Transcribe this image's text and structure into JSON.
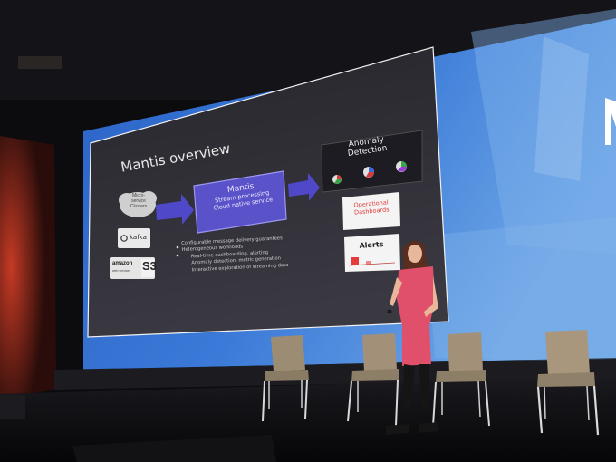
{
  "slide": {
    "title": "Mantis overview",
    "cloud_label": "Micro-\nservice\nClusters",
    "kafka_label": "kafka",
    "amazon_label": "amazon",
    "amazon_sub": "web services",
    "s3_label": "S3",
    "mantis_box": {
      "title": "Mantis",
      "line1": "Stream processing",
      "line2": "Cloud native service"
    },
    "anomaly": {
      "line1": "Anomaly",
      "line2": "Detection"
    },
    "operational": {
      "line1": "Operational",
      "line2": "Dashboards"
    },
    "alerts": "Alerts",
    "bullets": [
      "Configurable message delivery guarantees",
      "Heterogeneous workloads"
    ],
    "sub_bullets": [
      "Real-time dashboarding, alerting",
      "Anomaly detection, metric generation",
      "Interactive exploration of streaming data"
    ]
  },
  "colors": {
    "screen_blue": "#2d6fd0",
    "mantis_purple": "#5a52c8",
    "dress_pink": "#e0506a",
    "alert_red": "#e53b3b"
  }
}
